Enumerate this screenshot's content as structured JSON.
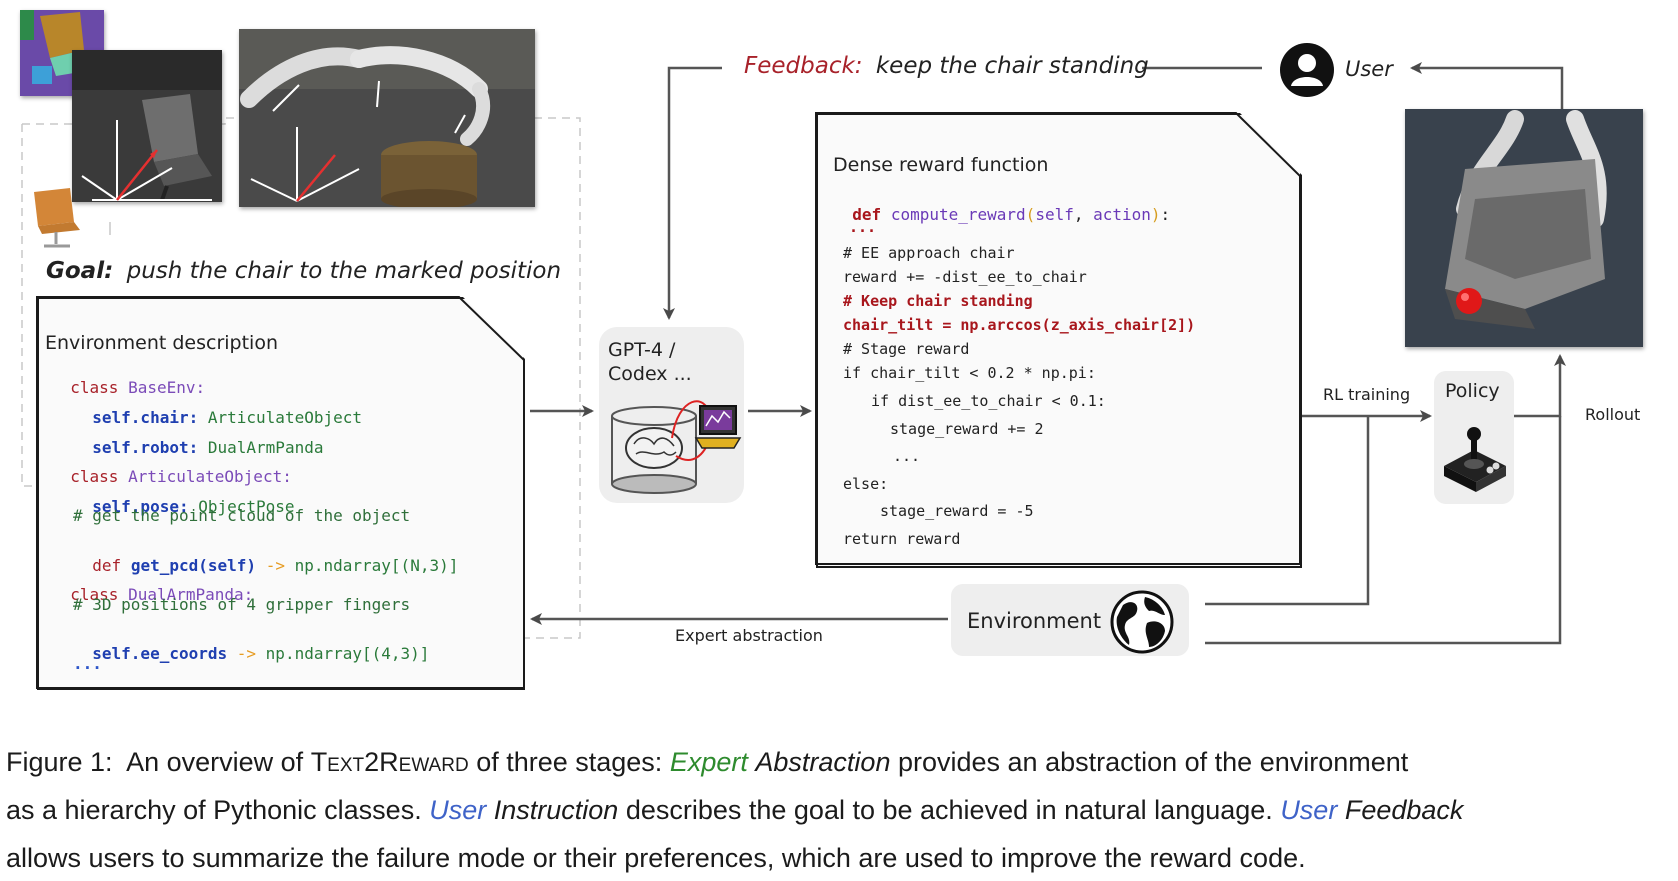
{
  "goal": {
    "label": "Goal",
    "text": "push the chair to the marked position"
  },
  "feedback": {
    "label": "Feedback",
    "text": "keep the chair standing"
  },
  "user": {
    "label": "User"
  },
  "llm": {
    "line1": "GPT-4 /",
    "line2": "Codex ..."
  },
  "env_desc": {
    "title": "Environment description",
    "l1_kw": "class",
    "l1_name": "BaseEnv:",
    "l2_attr": "self.chair:",
    "l2_type": "ArticulateObject",
    "l3_attr": "self.robot:",
    "l3_type": "DualArmPanda",
    "l4_kw": "class",
    "l4_name": "ArticulateObject:",
    "l5_attr": "self.pose:",
    "l5_type": "ObjectPose",
    "l6_comment": "# get the point cloud of the object",
    "l7_kw": "def",
    "l7_fn": "get_pcd(self)",
    "l7_arrow": "->",
    "l7_ret": "np.ndarray[(N,3)]",
    "l8_kw": "class",
    "l8_name": "DualArmPanda:",
    "l9_comment": "# 3D positions of 4 gripper fingers",
    "l10_attr": "self.ee_coords",
    "l10_arrow": "->",
    "l10_ret": "np.ndarray[(4,3)]",
    "l11": "..."
  },
  "reward": {
    "title": "Dense reward function",
    "def_kw": "def",
    "fn": "compute_reward",
    "open": "(",
    "p1": "self",
    "comma": ", ",
    "p2": "action",
    "close": ")",
    "colon": ":",
    "l1": "...",
    "l2": "# EE approach chair",
    "l3": "reward += -dist_ee_to_chair",
    "l4": "# Keep chair standing",
    "l5": "chair_tilt = np.arccos(z_axis_chair[2])",
    "l6": "# Stage reward",
    "l7": "if chair_tilt < 0.2 * np.pi:",
    "l8": "if dist_ee_to_chair < 0.1:",
    "l9": "stage_reward += 2",
    "l10": "...",
    "l11": "else:",
    "l12": "stage_reward = -5",
    "l13": "return reward"
  },
  "rl_training": "RL training",
  "policy": "Policy",
  "rollout": "Rollout",
  "environment": "Environment",
  "expert_abstraction": "Expert abstraction",
  "caption": {
    "fig": "Figure 1:",
    "p1": "An overview of",
    "name": "Text2Reward",
    "p2": "of three stages:",
    "expert": "Expert",
    "abstraction": "Abstraction",
    "p3": "provides an abstraction of the environment",
    "p4": "as a hierarchy of Pythonic classes.",
    "user1": "User",
    "instruction": "Instruction",
    "p5": "describes the goal to be achieved in natural language.",
    "user2": "User",
    "feedback": "Feedback",
    "p6": "allows users to summarize the failure mode or their preferences, which are used to improve the reward code."
  },
  "colors": {
    "feedback_red": "#a8222a",
    "caption_green": "#2e8b2e",
    "caption_blue": "#3f63c8",
    "line_gray": "#555555",
    "dashed_gray": "#c8c8c8"
  }
}
